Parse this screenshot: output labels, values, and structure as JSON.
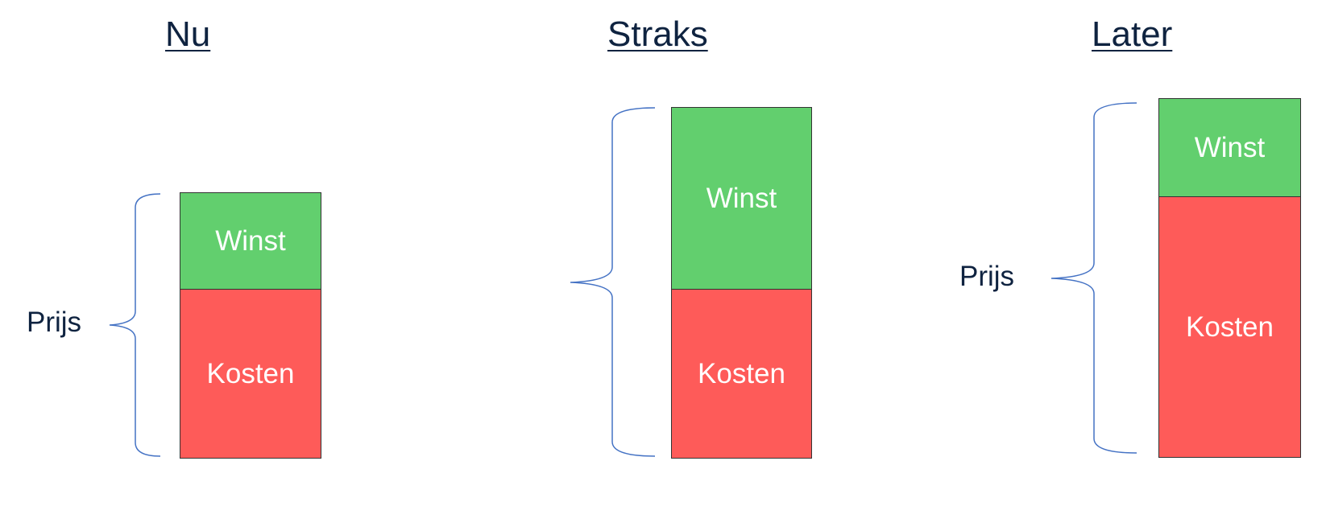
{
  "colors": {
    "winst": "#62cf6e",
    "kosten": "#fe5b59",
    "brace": "#4472c4",
    "text": "#0f2340"
  },
  "columns": [
    {
      "title": "Nu",
      "price_label": "Prijs",
      "segments": {
        "winst": "Winst",
        "kosten": "Kosten"
      }
    },
    {
      "title": "Straks",
      "price_label": "",
      "segments": {
        "winst": "Winst",
        "kosten": "Kosten"
      }
    },
    {
      "title": "Later",
      "price_label": "Prijs",
      "segments": {
        "winst": "Winst",
        "kosten": "Kosten"
      }
    }
  ]
}
